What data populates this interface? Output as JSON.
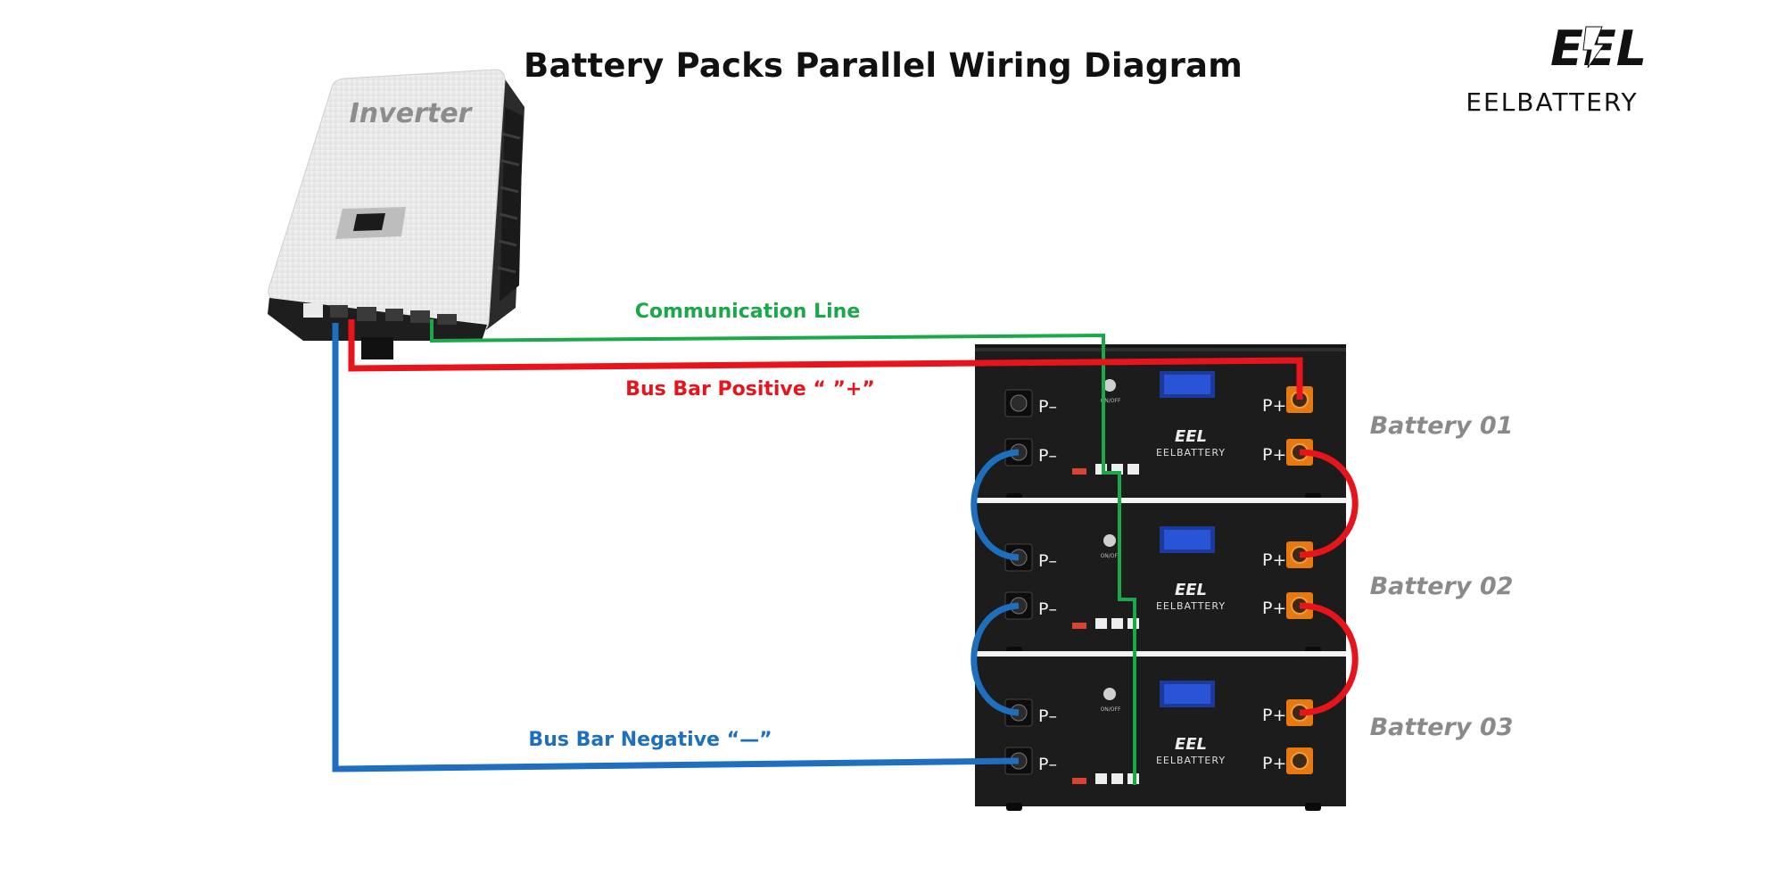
{
  "title": "Battery Packs Parallel Wiring Diagram",
  "logo": {
    "mark": "EEL",
    "brand": "EELBATTERY"
  },
  "inverter": {
    "label": "Inverter"
  },
  "wires": {
    "communication": {
      "label": "Communication Line",
      "color": "#1aa84a"
    },
    "positive": {
      "label": "Bus Bar Positive “ ”+”",
      "color": "#e8141b"
    },
    "negative": {
      "label": "Bus Bar Negative “—”",
      "color": "#1f6fbf"
    }
  },
  "batteries": [
    {
      "label": "Battery 01"
    },
    {
      "label": "Battery 02"
    },
    {
      "label": "Battery 03"
    }
  ],
  "terminals": {
    "negative": "P–",
    "positive": "P+"
  },
  "pack_brand": "EELBATTERY",
  "pack_mark": "EEL",
  "colors": {
    "pack": "#1c1c1c",
    "terminal": "#e67a10",
    "label_gray": "#8a8a8a"
  }
}
